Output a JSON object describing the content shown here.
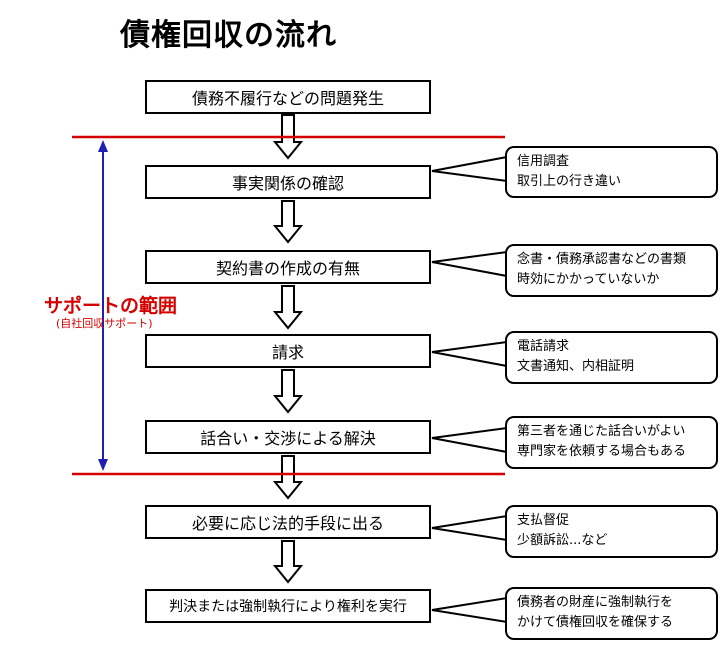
{
  "title": "債権回収の流れ",
  "support": {
    "label": "サポートの範囲",
    "sublabel": "(自社回収サポート)",
    "colors": {
      "line": "#d40000",
      "arrow": "#1f1fb4"
    }
  },
  "steps": [
    {
      "label": "債務不履行などの問題発生"
    },
    {
      "label": "事実関係の確認"
    },
    {
      "label": "契約書の作成の有無"
    },
    {
      "label": "請求"
    },
    {
      "label": "話合い・交渉による解決"
    },
    {
      "label": "必要に応じ法的手段に出る"
    },
    {
      "label": "判決または強制執行により権利を実行"
    }
  ],
  "notes": [
    {
      "lines": [
        "信用調査",
        "取引上の行き違い"
      ]
    },
    {
      "lines": [
        "念書・債務承認書などの書類",
        "時効にかかっていないか"
      ]
    },
    {
      "lines": [
        "電話請求",
        "文書通知、内相証明"
      ]
    },
    {
      "lines": [
        "第三者を通じた話合いがよい",
        "専門家を依頼する場合もある"
      ]
    },
    {
      "lines": [
        "支払督促",
        "少額訴訟...など"
      ]
    },
    {
      "lines": [
        "債務者の財産に強制執行を",
        "かけて債権回収を確保する"
      ]
    }
  ]
}
